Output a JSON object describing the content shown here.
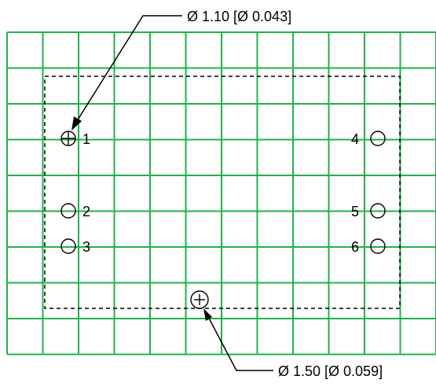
{
  "diagram": {
    "colors": {
      "grid": "#22b14c",
      "line": "#000000",
      "background": "#ffffff"
    },
    "callouts": {
      "top": "Ø 1.10 [Ø 0.043]",
      "bottom": "Ø 1.50 [Ø 0.059]"
    },
    "pins": [
      {
        "label": "1",
        "hole": "plated-crosshair"
      },
      {
        "label": "2",
        "hole": "open"
      },
      {
        "label": "3",
        "hole": "open"
      },
      {
        "label": "4",
        "hole": "open"
      },
      {
        "label": "5",
        "hole": "open"
      },
      {
        "label": "6",
        "hole": "open"
      }
    ],
    "mounting_hole": "plated-crosshair"
  }
}
